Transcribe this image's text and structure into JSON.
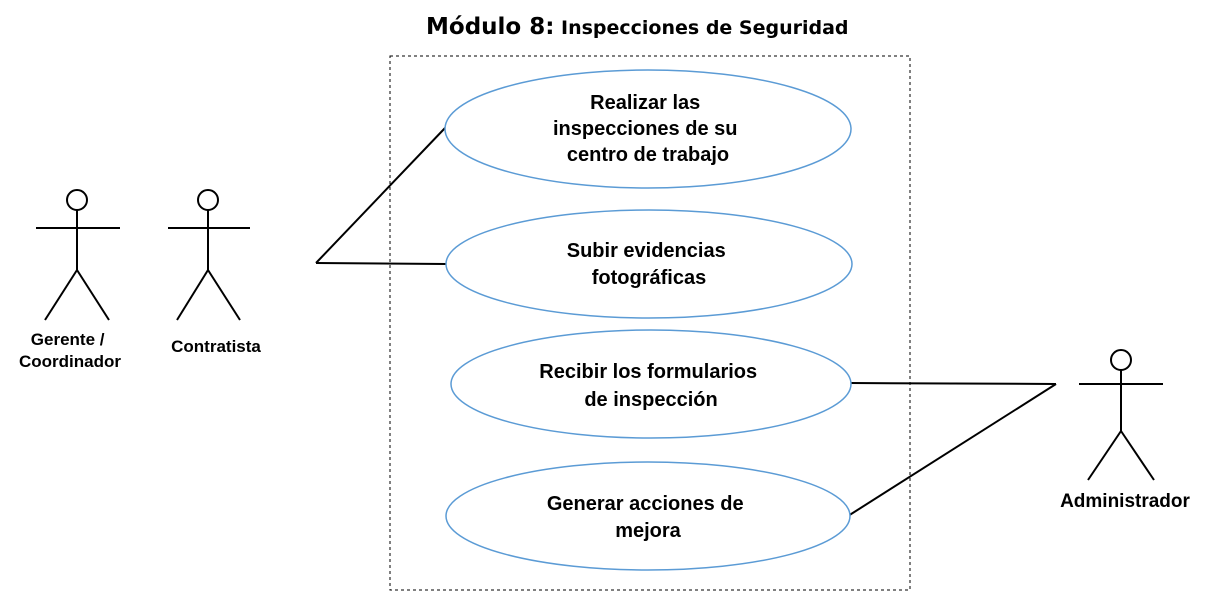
{
  "title": {
    "main": "Módulo 8:",
    "sub": "Inspecciones de Seguridad"
  },
  "use_cases": [
    {
      "id": "uc1",
      "lines": [
        "Realizar las",
        "inspecciones de su",
        "centro de trabajo"
      ]
    },
    {
      "id": "uc2",
      "lines": [
        "Subir evidencias",
        "fotográficas"
      ]
    },
    {
      "id": "uc3",
      "lines": [
        "Recibir los formularios",
        "de inspección"
      ]
    },
    {
      "id": "uc4",
      "lines": [
        "Generar acciones de",
        "mejora"
      ]
    }
  ],
  "actors": [
    {
      "id": "gerente",
      "lines": [
        "Gerente /",
        "Coordinador"
      ]
    },
    {
      "id": "contratista",
      "lines": [
        "Contratista"
      ]
    },
    {
      "id": "administrador",
      "lines": [
        "Administrador"
      ]
    }
  ],
  "colors": {
    "usecase_border": "#5b9bd5",
    "lines": "#000000"
  }
}
